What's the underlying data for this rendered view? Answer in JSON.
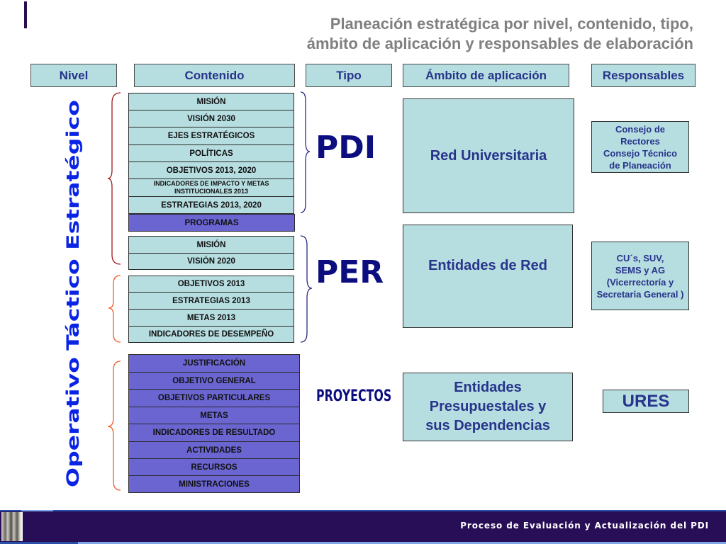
{
  "title": {
    "line1": "Planeación estratégica por nivel, contenido, tipo,",
    "line2": "ámbito de aplicación y responsables de elaboración"
  },
  "headers": {
    "nivel": "Nivel",
    "contenido": "Contenido",
    "tipo": "Tipo",
    "ambito": "Ámbito de aplicación",
    "responsables": "Responsables"
  },
  "levels": {
    "estrategico": "Estratégico",
    "tactico": "Táctico",
    "operativo": "Operativo"
  },
  "contenido": {
    "pdi": [
      "MISIÓN",
      "VISIÓN 2030",
      "EJES ESTRATÉGICOS",
      "POLÍTICAS",
      "OBJETIVOS 2013, 2020",
      "INDICADORES DE IMPACTO Y METAS INSTITUCIONALES 2013",
      "ESTRATEGIAS 2013, 2020",
      "PROGRAMAS"
    ],
    "per_strategic": [
      "MISIÓN",
      "VISIÓN 2020"
    ],
    "per_tactic": [
      "OBJETIVOS 2013",
      "ESTRATEGIAS 2013",
      "METAS 2013",
      "INDICADORES DE DESEMPEÑO"
    ],
    "proyectos": [
      "JUSTIFICACIÓN",
      "OBJETIVO GENERAL",
      "OBJETIVOS PARTICULARES",
      "METAS",
      "INDICADORES DE RESULTADO",
      "ACTIVIDADES",
      "RECURSOS",
      "MINISTRACIONES"
    ]
  },
  "tipos": {
    "pdi": "PDI",
    "per": "PER",
    "proyectos": "PROYECTOS"
  },
  "ambitos": {
    "pdi": "Red Universitaria",
    "per": "Entidades de Red",
    "proyectos_l1": "Entidades",
    "proyectos_l2": "Presupuestales y",
    "proyectos_l3": "sus Dependencias"
  },
  "responsables": {
    "pdi_l1": "Consejo de",
    "pdi_l2": "Rectores",
    "pdi_l3": "Consejo Técnico",
    "pdi_l4": "de Planeación",
    "per_l1": "CU´s, SUV,",
    "per_l2": "SEMS y AG",
    "per_l3": "(Vicerrectoría y",
    "per_l4": "Secretaria General )",
    "proyectos": "URES"
  },
  "footer": {
    "caption": "Proceso de Evaluación y Actualización del PDI"
  },
  "colors": {
    "light_box": "#b6dde0",
    "purple_box": "#6a65d0",
    "header_text": "#27348b",
    "level_text": "#0a24e6",
    "tipo_text": "#0c0e80",
    "title_text": "#808080",
    "footer_bg": "#280e56",
    "brace_strategic": "#a01818",
    "brace_operational": "#f05a28",
    "brace_tipo": "#2a2a80"
  }
}
